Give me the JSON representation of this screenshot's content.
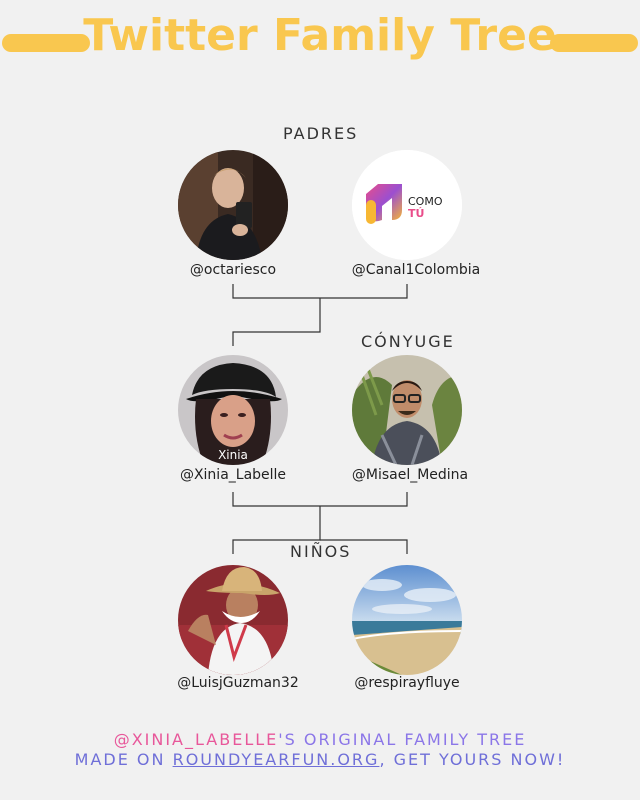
{
  "title": "Twitter Family Tree",
  "colors": {
    "accent": "#f9c74f",
    "footer_user": "#e8579a",
    "footer_text": "#8b76e8"
  },
  "sections": {
    "parents": "PADRES",
    "spouse": "CÓNYUGE",
    "children": "NIÑOS"
  },
  "people": {
    "parent1": {
      "handle": "@octariesco"
    },
    "parent2": {
      "handle": "@Canal1Colombia",
      "logo_word1": "COMO",
      "logo_word2": "TÚ"
    },
    "self": {
      "handle": "@Xinia_Labelle",
      "caption": "Xinia"
    },
    "spouse": {
      "handle": "@Misael_Medina"
    },
    "child1": {
      "handle": "@LuisjGuzman32"
    },
    "child2": {
      "handle": "@respirayfluye"
    }
  },
  "footer": {
    "user": "@XINIA_LABELLE",
    "line1_rest": "'S ORIGINAL FAMILY TREE",
    "made_on": "MADE ON ",
    "link": "ROUNDYEARFUN.ORG",
    "line2_rest": ", GET YOURS NOW!"
  }
}
